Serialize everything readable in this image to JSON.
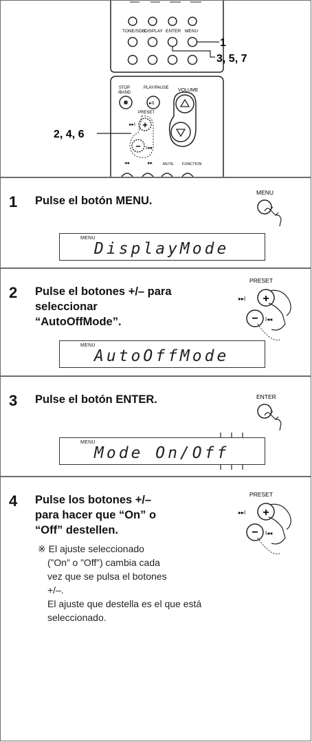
{
  "remote": {
    "button_labels": [
      "TONE/SDB",
      "DISPLAY",
      "ENTER",
      "MENU"
    ],
    "callout_menu": "1",
    "callout_enter": "3, 5, 7",
    "callout_preset": "2, 4, 6",
    "stop_label": "STOP /BAND",
    "play_label": "PLAY/PAUSE",
    "volume_label": "VOLUME",
    "preset_label": "PRESET",
    "mute_label": "MUTE",
    "function_label": "FUNCTION"
  },
  "steps": [
    {
      "number": "1",
      "title": "Pulse el botón MENU.",
      "icon_label": "MENU",
      "lcd_small": "MENU",
      "lcd_text": "DisplayMode"
    },
    {
      "number": "2",
      "title_lines": [
        "Pulse el botones +/– para",
        "seleccionar",
        "“AutoOffMode”."
      ],
      "icon_label": "PRESET",
      "lcd_small": "MENU",
      "lcd_text": "AutoOffMode"
    },
    {
      "number": "3",
      "title": "Pulse el botón ENTER.",
      "icon_label": "ENTER",
      "lcd_small": "MENU",
      "lcd_text": "Mode On/Off"
    },
    {
      "number": "4",
      "title_lines": [
        "Pulse los botones +/–",
        "para hacer que “On” o",
        "“Off” destellen."
      ],
      "icon_label": "PRESET",
      "note_lines": [
        "※ El ajuste seleccionado",
        "(”On” o ”Off”) cambia cada",
        "vez que se pulsa el botones",
        "+/–.",
        "El ajuste que destella es el que está",
        "seleccionado."
      ]
    }
  ]
}
